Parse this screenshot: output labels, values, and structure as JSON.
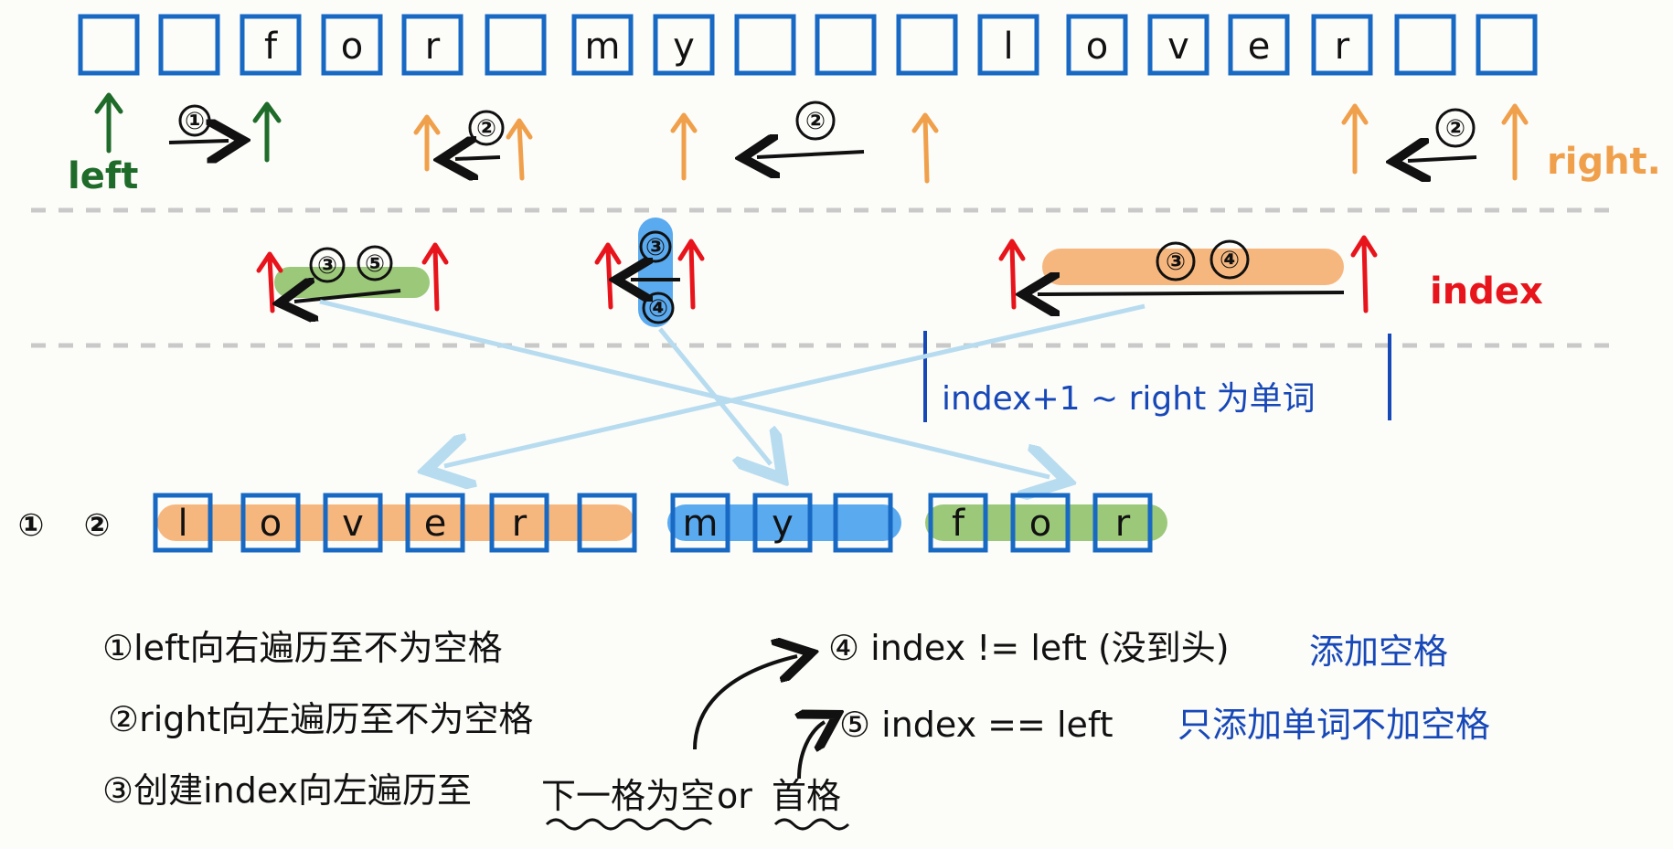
{
  "top_row": {
    "cells": [
      "",
      "",
      "f",
      "o",
      "r",
      "",
      "m",
      "y",
      "",
      "",
      "",
      "l",
      "o",
      "v",
      "e",
      "r",
      "",
      ""
    ]
  },
  "pointers": {
    "left_label": "left",
    "right_label": "right.",
    "index_label": "index"
  },
  "markers": {
    "step1": "①",
    "step2": "②",
    "step3": "③",
    "step4": "④",
    "step5": "⑤"
  },
  "range_note": "index+1 ~ right 为单词",
  "result_row": {
    "prefix": [
      "①",
      "②"
    ],
    "group_lover": [
      "l",
      "o",
      "v",
      "e",
      "r",
      ""
    ],
    "group_my": [
      "m",
      "y",
      ""
    ],
    "group_for": [
      "f",
      "o",
      "r"
    ]
  },
  "notes": {
    "note1": "①left向右遍历至不为空格",
    "note2": "②right向左遍历至不为空格",
    "note3_prefix": "③创建index向左遍历至",
    "note3_a": "下一格为空",
    "note3_or": "or",
    "note3_b": "首格",
    "note4_black": "④ index != left (没到头)",
    "note4_blue": "添加空格",
    "note5_black": "⑤ index == left",
    "note5_blue": "只添加单词不加空格"
  },
  "colors": {
    "cell_border": "#1769c4",
    "green": "#1f6b2a",
    "orange": "#f0a04b",
    "red": "#e8141b",
    "blue_text": "#1748b8",
    "highlight_orange": "#f6b77f",
    "highlight_blue": "#5aaaf0",
    "highlight_green": "#9cc87a",
    "cross_lines": "#b7dcef"
  }
}
